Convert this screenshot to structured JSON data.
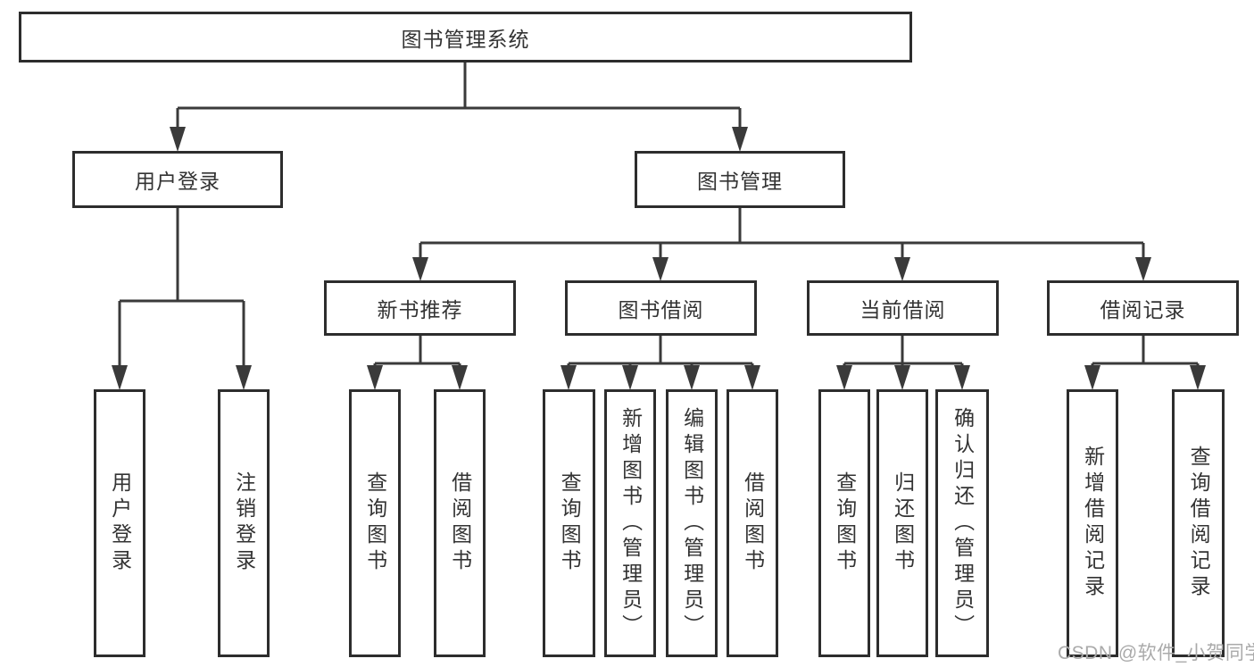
{
  "diagram_type": "hierarchy-tree",
  "tree": {
    "label": "图书管理系统",
    "children": [
      {
        "label": "用户登录",
        "children": [
          {
            "label": "用户登录"
          },
          {
            "label": "注销登录"
          }
        ]
      },
      {
        "label": "图书管理",
        "children": [
          {
            "label": "新书推荐",
            "children": [
              {
                "label": "查询图书"
              },
              {
                "label": "借阅图书"
              }
            ]
          },
          {
            "label": "图书借阅",
            "children": [
              {
                "label": "查询图书"
              },
              {
                "label": "新增图书（管理员）"
              },
              {
                "label": "编辑图书（管理员）"
              },
              {
                "label": "借阅图书"
              }
            ]
          },
          {
            "label": "当前借阅",
            "children": [
              {
                "label": "查询图书"
              },
              {
                "label": "归还图书"
              },
              {
                "label": "确认归还（管理员）"
              }
            ]
          },
          {
            "label": "借阅记录",
            "children": [
              {
                "label": "新增借阅记录"
              },
              {
                "label": "查询借阅记录"
              }
            ]
          }
        ]
      }
    ]
  },
  "watermark": {
    "text": "CSDN @软件_小贺同学"
  },
  "colors": {
    "background": "#ffffff",
    "box_border": "#2d2d2d",
    "connector_line": "#3a3a3a",
    "text": "#333333",
    "watermark": "#aaaaaa"
  }
}
